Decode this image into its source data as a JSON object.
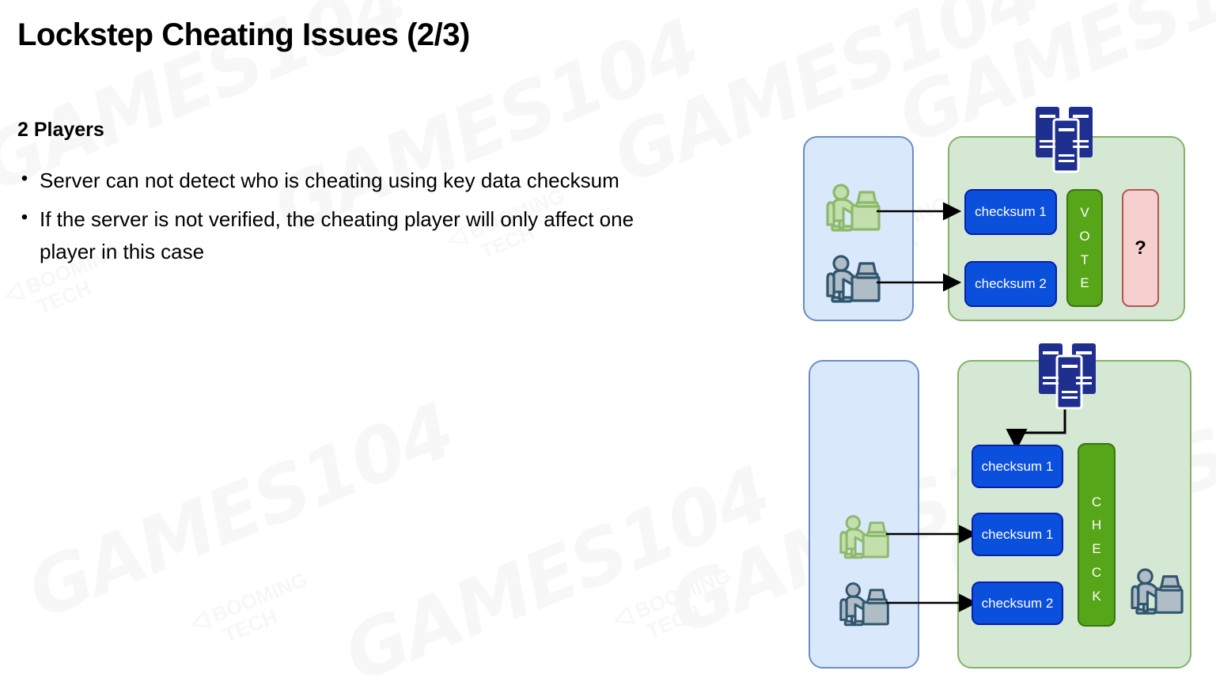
{
  "slide": {
    "title": "Lockstep Cheating Issues (2/3)",
    "subhead": "2 Players",
    "bullet_marker": "•",
    "bullets": [
      "Server can not detect who is cheating using key data checksum",
      "If the server is not verified, the cheating player will only affect one player in this case"
    ]
  },
  "watermarks": {
    "primary": "GAMES104",
    "secondary": "BOOMING",
    "secondary_line2": "TECH"
  },
  "colors": {
    "client_panel_fill": "#dae8fc",
    "client_panel_stroke": "#6c8ebf",
    "server_panel_fill": "#d5e8d4",
    "server_panel_stroke": "#82b366",
    "checksum_fill": "#0b4fdd",
    "checksum_stroke": "#0a1fa8",
    "green_bar_fill": "#57a518",
    "green_bar_stroke": "#3c7510",
    "question_fill": "#f6cfcf",
    "question_stroke": "#b85450",
    "server_icon": "#1f2f8f",
    "player_green": "#8cb96b",
    "player_gray": "#b0bcc6",
    "player_gray_stroke": "#30566e",
    "arrow": "#000000"
  },
  "diagram_top": {
    "name": "vote-scenario",
    "server_icon_label": "server-stack-icon",
    "clients": [
      {
        "id": "player-green",
        "icon": "person-at-desk-icon",
        "variant": "green"
      },
      {
        "id": "player-gray",
        "icon": "person-at-desk-icon",
        "variant": "gray"
      }
    ],
    "checksums": [
      {
        "label": "checksum 1"
      },
      {
        "label": "checksum 2"
      }
    ],
    "vote_bar": {
      "letters": [
        "V",
        "O",
        "T",
        "E"
      ]
    },
    "question_box": {
      "label": "?"
    },
    "arrows": 2
  },
  "diagram_bottom": {
    "name": "check-scenario",
    "server_icon_label": "server-stack-icon",
    "clients": [
      {
        "id": "player-green",
        "icon": "person-at-desk-icon",
        "variant": "green"
      },
      {
        "id": "player-gray",
        "icon": "person-at-desk-icon",
        "variant": "gray"
      }
    ],
    "checksums": [
      {
        "label": "checksum 1",
        "source": "server"
      },
      {
        "label": "checksum 1",
        "source": "player-green"
      },
      {
        "label": "checksum 2",
        "source": "player-gray"
      }
    ],
    "check_bar": {
      "letters": [
        "C",
        "H",
        "E",
        "C",
        "K"
      ]
    },
    "observer": {
      "icon": "person-at-desk-icon",
      "variant": "gray"
    },
    "arrows": 3
  }
}
